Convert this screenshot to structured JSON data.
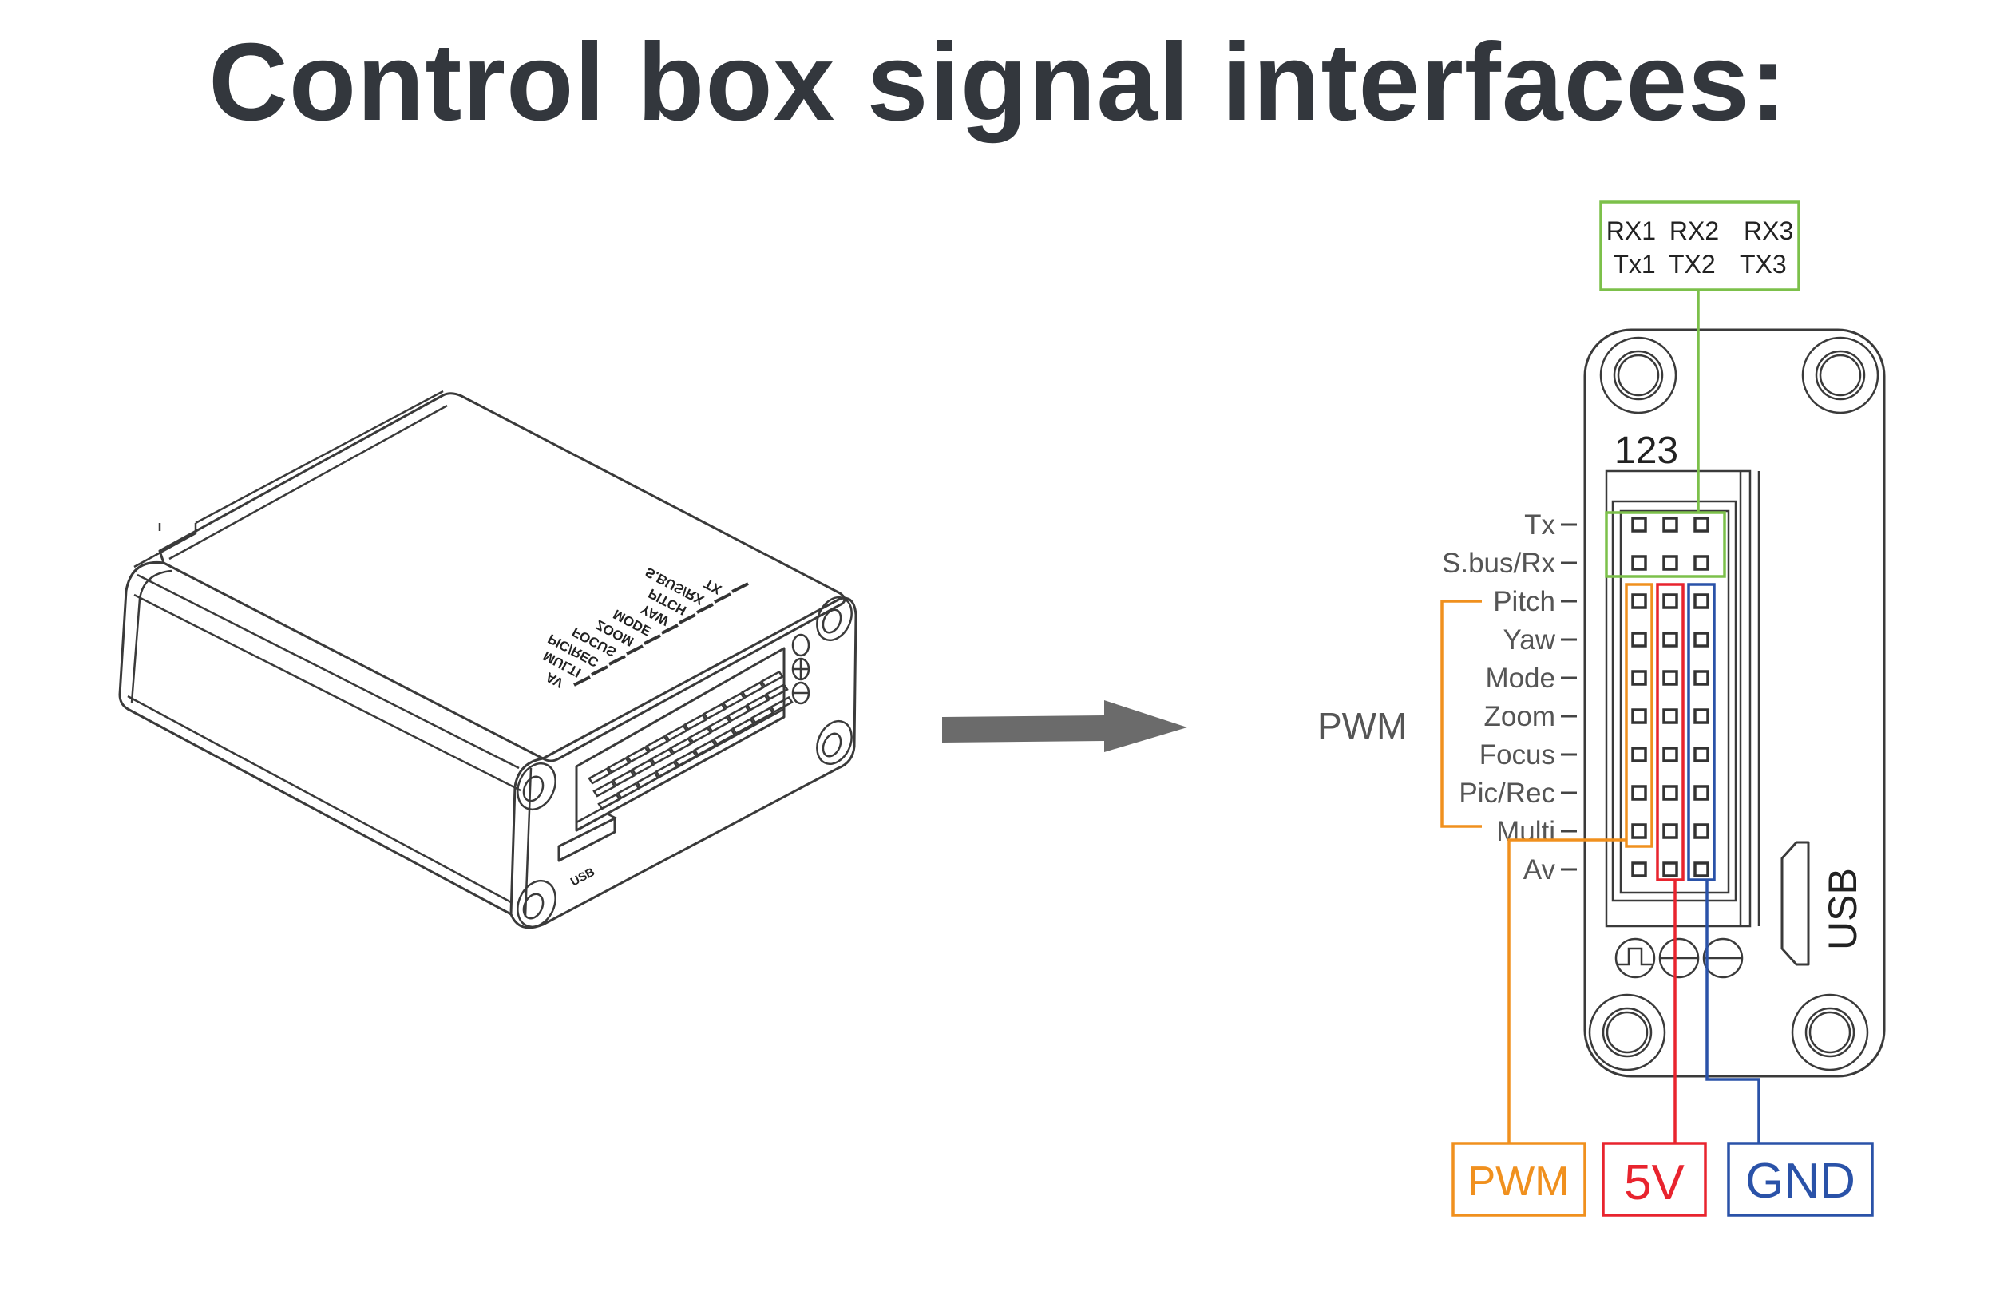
{
  "title": "Control box signal interfaces:",
  "colors": {
    "title": "#33373d",
    "arrow": "#6b6b6b",
    "green": "#7cc04a",
    "orange": "#f0901e",
    "red": "#e8242e",
    "blue": "#2a52a8",
    "ink": "#3a3a3a"
  },
  "isometric_device": {
    "silk_labels": [
      "TX",
      "S.BUS/RX",
      "PITCH",
      "YAW",
      "MODE",
      "ZOOM",
      "FOCUS",
      "PIC/REC",
      "MULTI",
      "AV"
    ],
    "usb_label": "USB"
  },
  "serial_box": {
    "row1": [
      "RX1",
      "RX2",
      "RX3"
    ],
    "row2": [
      "Tx1",
      "TX2",
      "TX3"
    ]
  },
  "panel": {
    "column_numbers": "123",
    "usb_label": "USB",
    "pin_labels": [
      "Tx",
      "S.bus/Rx",
      "Pitch",
      "Yaw",
      "Mode",
      "Zoom",
      "Focus",
      "Pic/Rec",
      "Multi",
      "Av"
    ],
    "pwm_group_label": "PWM",
    "symbols": [
      "pwm-signal",
      "plus",
      "minus"
    ]
  },
  "legend": {
    "pwm": "PWM",
    "v5": "5V",
    "gnd": "GND"
  }
}
